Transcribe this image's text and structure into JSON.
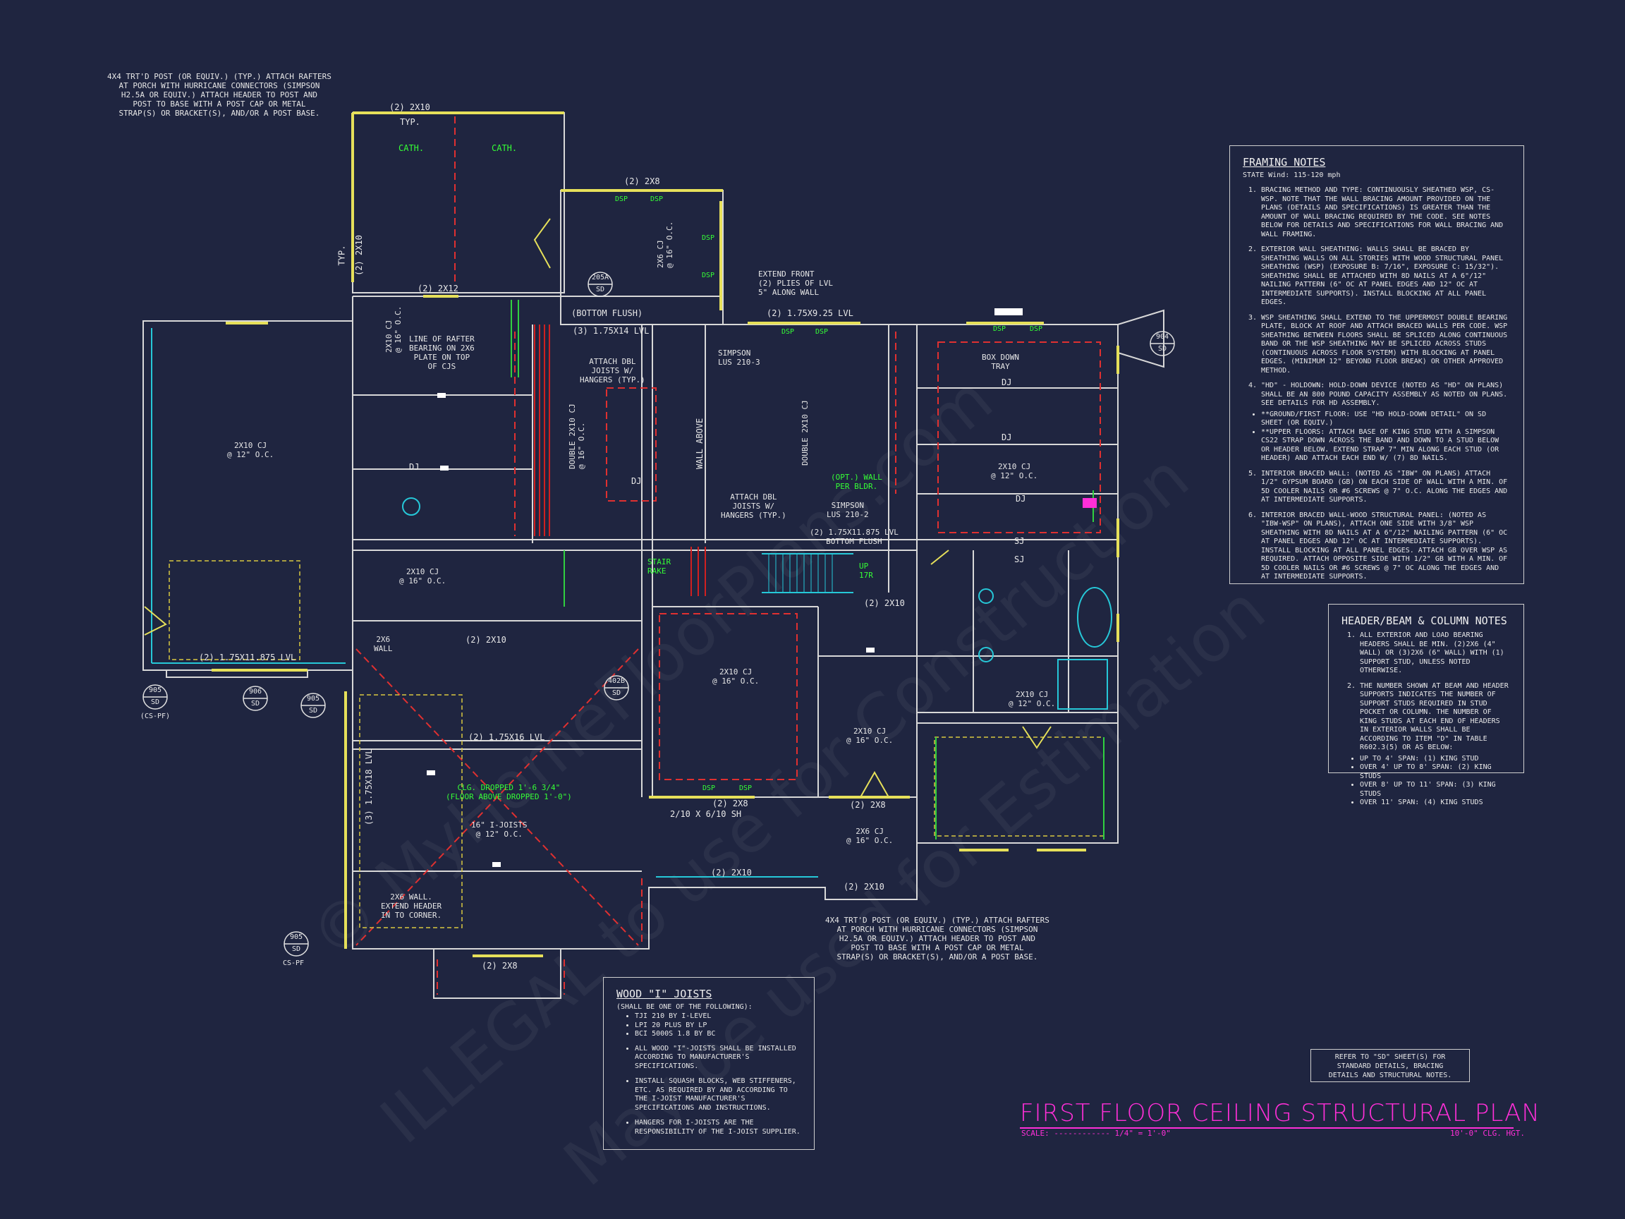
{
  "title": "FIRST FLOOR CEILING STRUCTURAL PLAN",
  "scale_label": "SCALE: ------------ 1/4\" = 1'-0\"",
  "ceiling_height": "10'-0\" CLG. HGT.",
  "watermark": [
    "© MyHomeFloorPlans.com",
    "ILLEGAL to use for Construction",
    "May be used for Estimation"
  ],
  "notes": {
    "porch_post_top": "4x4 TRT'D POST (OR EQUIV.) (TYP.) ATTACH RAFTERS\nAT PORCH WITH HURRICANE CONNECTORS (SIMPSON\nH2.5A OR EQUIV.) ATTACH HEADER TO POST AND\nPOST TO BASE WITH A POST CAP OR METAL\nSTRAP(S) OR BRACKET(S), AND/OR A POST BASE.",
    "porch_post_bottom": "4x4 TRT'D POST (OR EQUIV.) (TYP.) ATTACH RAFTERS\nAT PORCH WITH HURRICANE CONNECTORS (SIMPSON\nH2.5A OR EQUIV.) ATTACH HEADER TO POST AND\nPOST TO BASE WITH A POST CAP OR METAL\nSTRAP(S) OR BRACKET(S), AND/OR A POST BASE.",
    "refer_sd": "REFER TO \"SD\" SHEET(S) FOR\nSTANDARD DETAILS, BRACING\nDETAILS AND STRUCTURAL NOTES."
  },
  "framing_notes": {
    "heading": "FRAMING NOTES",
    "sub": "STATE Wind: 115-120 mph",
    "items": [
      "BRACING METHOD AND TYPE: CONTINUOUSLY SHEATHED WSP, CS-WSP. NOTE THAT THE WALL BRACING AMOUNT PROVIDED ON THE PLANS (DETAILS AND SPECIFICATIONS) IS GREATER THAN THE AMOUNT OF WALL BRACING REQUIRED BY THE CODE. SEE NOTES BELOW FOR DETAILS AND SPECIFICATIONS FOR WALL BRACING AND WALL FRAMING.",
      "EXTERIOR WALL SHEATHING: WALLS SHALL BE BRACED BY SHEATHING WALLS ON ALL STORIES WITH WOOD STRUCTURAL PANEL SHEATHING (WSP) (EXPOSURE B: 7/16\", EXPOSURE C: 15/32\"). SHEATHING SHALL BE ATTACHED WITH 8d NAILS AT A 6\"/12\" NAILING PATTERN (6\" OC AT PANEL EDGES AND 12\" OC AT INTERMEDIATE SUPPORTS). INSTALL BLOCKING AT ALL PANEL EDGES.",
      "WSP SHEATHING SHALL EXTEND TO THE UPPERMOST DOUBLE BEARING PLATE, BLOCK AT ROOF AND ATTACH BRACED WALLS PER CODE. WSP SHEATHING BETWEEN FLOORS SHALL BE SPLICED ALONG CONTINUOUS BAND OR THE WSP SHEATHING MAY BE SPLICED ACROSS STUDS (CONTINUOUS ACROSS FLOOR SYSTEM) WITH BLOCKING AT PANEL EDGES. (MINIMUM 12\" BEYOND FLOOR BREAK) OR OTHER APPROVED METHOD.",
      "\"HD\" - HOLDOWN: HOLD-DOWN DEVICE (NOTED AS \"HD\" ON PLANS) SHALL BE AN 800 POUND CAPACITY ASSEMBLY AS NOTED ON PLANS. SEE DETAILS FOR HD ASSEMBLY.",
      "INTERIOR BRACED WALL: (NOTED AS \"IBW\" ON PLANS) ATTACH 1/2\" GYPSUM BOARD (GB) ON EACH SIDE OF WALL WITH A MIN. OF 5d COOLER NAILS OR #6 SCREWS @ 7\" O.C. ALONG THE EDGES AND AT INTERMEDIATE SUPPORTS.",
      "INTERIOR BRACED WALL-WOOD STRUCTURAL PANEL: (NOTED AS \"IBW-WSP\" ON PLANS), ATTACH ONE SIDE WITH 3/8\" WSP SHEATHING WITH 8d NAILS AT A 6\"/12\" NAILING PATTERN (6\" OC AT PANEL EDGES AND 12\" OC AT INTERMEDIATE SUPPORTS). INSTALL BLOCKING AT ALL PANEL EDGES. ATTACH GB OVER WSP AS REQUIRED. ATTACH OPPOSITE SIDE WITH 1/2\" GB WITH A MIN. OF 5d COOLER NAILS OR #6 SCREWS @ 7\" OC ALONG THE EDGES AND AT INTERMEDIATE SUPPORTS."
    ],
    "bullets": [
      "**GROUND/FIRST FLOOR: USE \"HD HOLD-DOWN DETAIL\" ON SD SHEET (OR EQUIV.)",
      "**UPPER FLOORS: ATTACH BASE OF KING STUD WITH A SIMPSON CS22 STRAP DOWN ACROSS THE BAND AND DOWN TO A STUD BELOW OR HEADER BELOW. EXTEND STRAP 7\" MIN ALONG EACH STUD (OR HEADER) AND ATTACH EACH END W/ (7) 8d NAILS."
    ]
  },
  "header_notes": {
    "heading": "HEADER/BEAM & COLUMN NOTES",
    "items": [
      "ALL EXTERIOR AND LOAD BEARING HEADERS SHALL BE MIN. (2)2x6 (4\" WALL) OR (3)2x6 (6\" WALL) WITH (1) SUPPORT STUD, UNLESS NOTED OTHERWISE.",
      "THE NUMBER SHOWN AT BEAM AND HEADER SUPPORTS INDICATES THE NUMBER OF SUPPORT STUDS REQUIRED IN STUD POCKET OR COLUMN. THE NUMBER OF KING STUDS AT EACH END OF HEADERS IN EXTERIOR WALLS SHALL BE ACCORDING TO ITEM \"d\" IN TABLE R602.3(5) OR AS BELOW:"
    ],
    "bullets": [
      "UP TO 4' SPAN: (1) KING STUD",
      "OVER 4' UP TO 8' SPAN: (2) KING STUDS",
      "OVER 8' UP TO 11' SPAN: (3) KING STUDS",
      "OVER 11' SPAN: (4) KING STUDS"
    ]
  },
  "joist_notes": {
    "heading": "WOOD \"I\" JOISTS",
    "sub": "(SHALL BE ONE OF THE FOLLOWING):",
    "types": [
      "TJI 210 BY I-LEVEL",
      "LPI 20 PLUS BY LP",
      "BCI 5000s 1.8 BY BC"
    ],
    "items": [
      "ALL WOOD \"I\"-JOISTS SHALL BE INSTALLED ACCORDING TO MANUFACTURER'S SPECIFICATIONS.",
      "INSTALL SQUASH BLOCKS, WEB STIFFENERS, ETC. AS REQUIRED BY AND ACCORDING TO THE I-JOIST MANUFACTURER'S SPECIFICATIONS AND INSTRUCTIONS.",
      "HANGERS FOR I-JOISTS ARE THE RESPONSIBILITY OF THE I-JOIST SUPPLIER."
    ]
  },
  "plan_labels": {
    "porch_top_header": "(2) 2x10",
    "typ": "TYP.",
    "cath1": "CATH.",
    "cath2": "CATH.",
    "typ_side": "TYP.",
    "side_2x10": "(2) 2x10",
    "hdr_2x8_top": "(2) 2x8",
    "hdr_2x12": "(2) 2x12",
    "bottom_flush_1": "(BOTTOM FLUSH)",
    "lvl_3_175x14": "(3) 1.75x14 LVL",
    "extend_front": "EXTEND FRONT\n(2) PLIES OF LVL\n5\" ALONG WALL",
    "lvl_2_925": "(2) 1.75x9.25 LVL",
    "line_of_rafter": "LINE OF RAFTER\nBEARING ON 2x6\nPLATE ON TOP\nOF CJs",
    "attach_dbl_1": "ATTACH DBL\nJOISTS w/\nHANGERS (TYP.)",
    "simpson_lus": "SIMPSON\nLUS 210-3",
    "box_down_tray": "BOX DOWN\nTRAY",
    "cj_garage": "2x10 CJ\n@ 12\" O.C.",
    "cj_16_a": "2x10 CJ\n@ 16\" O.C.",
    "cj_right_top": "2x10 CJ\n@ 12\" O.C.",
    "attach_dbl_2": "ATTACH DBL\nJOISTS w/\nHANGERS (TYP.)",
    "simpson_lus2": "SIMPSON\nLUS 210-2",
    "opt_wall": "(OPT.) WALL\nPER BLDR.",
    "lvl_11875_bf": "(2) 1.75x11.875 LVL\nBOTTOM FLUSH",
    "stair_rake": "STAIR\nRAKE",
    "up": "UP\n17R",
    "garage_lvl": "(2) 1.75x11.875 LVL",
    "wall_2x6": "2x6\nWALL",
    "cj_16_b": "2x10 CJ\n@ 16\" O.C.",
    "hdr_2x10_mid": "(2) 2x10",
    "lvl_175x16": "(2) 1.75x16 LVL",
    "cj_great": "2x10 CJ\n@ 16\" O.C.",
    "hdr_2x10_right": "(2) 2x10",
    "cj_right_mid": "2x10 CJ\n@ 16\" O.C.",
    "cj_bath": "2x10 CJ\n@ 12\" O.C.",
    "clg_dropped": "CLG. DROPPED 1'-6 3/4\"\n(FLOOR ABOVE DROPPED 1'-0\")",
    "i_joists": "16\" I-JOISTS\n@ 12\" O.C.",
    "wall_2x6_b": "2x6 WALL.\nEXTEND HEADER\nIN TO CORNER.",
    "hdr_2x8_mid": "(2) 2x8",
    "door_210": "2/10 x 6/10 SH",
    "hdr_2x8_right": "(2) 2x8",
    "cj_porch": "2x6 CJ\n@ 16\" O.C.",
    "hdr_2x10_porch": "(2) 2x10",
    "hdr_2x10_porch2": "(2) 2x10",
    "hdr_2x8_bottom": "(2) 2x8",
    "dsp": "DSP",
    "dj": "DJ",
    "sj": "SJ",
    "lvl_3_175x18": "(3) 1.75x18 LVL",
    "double_2x10_a": "DOUBLE 2x10 CJ\n@ 16\" O.C.",
    "wall_above": "WALL ABOVE",
    "double_2x10_b": "DOUBLE 2x10 CJ",
    "cj_2x8_top": "2x6 CJ\n@ 16\" O.C."
  },
  "section_markers": [
    {
      "num": "205A",
      "sheet": "SD"
    },
    {
      "num": "904",
      "sheet": "SD"
    },
    {
      "num": "402B",
      "sheet": "SD"
    },
    {
      "num": "905",
      "sheet": "SD",
      "sub": "(CS-PF)"
    },
    {
      "num": "906",
      "sheet": "SD"
    },
    {
      "num": "905",
      "sheet": "SD"
    },
    {
      "num": "905",
      "sheet": "SD",
      "sub": "CS-PF"
    }
  ]
}
